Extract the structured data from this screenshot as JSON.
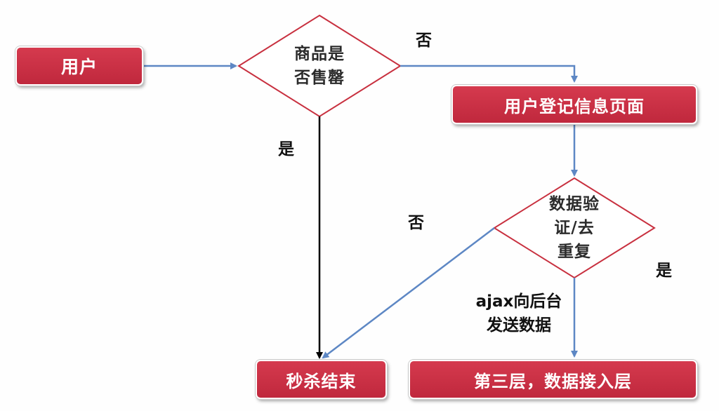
{
  "colors": {
    "node_fill": "#c92f44",
    "diamond_border": "#c8303f",
    "arrow_blue": "#5d87c4",
    "arrow_black": "#000000"
  },
  "nodes": {
    "user": "用户",
    "sold_out_check": [
      "商品是",
      "否售罄"
    ],
    "registration_page": "用户登记信息页面",
    "validation_check": [
      "数据验",
      "证/去",
      "重复"
    ],
    "seckill_end": "秒杀结束",
    "layer_three": "第三层，数据接入层"
  },
  "edges": {
    "sold_out_no": "否",
    "sold_out_yes": "是",
    "validation_no": "否",
    "validation_yes": "是",
    "ajax_send": [
      "ajax向后台",
      "发送数据"
    ]
  }
}
